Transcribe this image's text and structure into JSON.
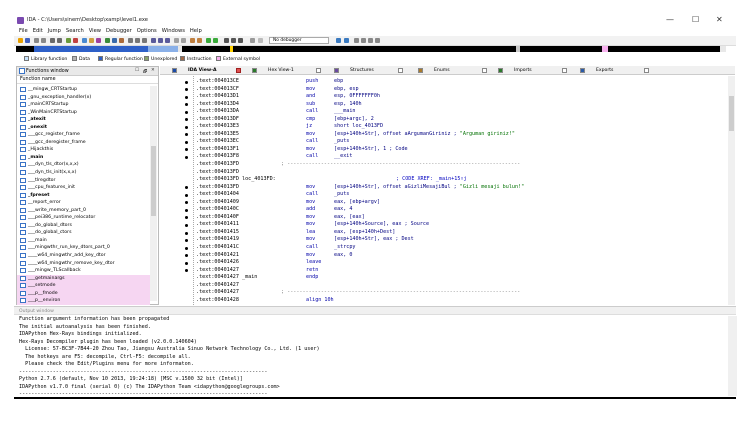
{
  "window": {
    "title": "IDA - C:\\Users\\sinem\\Desktop\\xamp\\level1.exe",
    "minimize": "—",
    "maximize": "☐",
    "close": "✕"
  },
  "menu": [
    "File",
    "Edit",
    "Jump",
    "Search",
    "View",
    "Debugger",
    "Options",
    "Windows",
    "Help"
  ],
  "toolbar": {
    "debugger_select": "No debugger"
  },
  "legend": [
    {
      "label": "Library function",
      "color": "#c8e4ff"
    },
    {
      "label": "Data",
      "color": "#b6b6b6"
    },
    {
      "label": "Regular function",
      "color": "#2e60c8"
    },
    {
      "label": "Unexplored",
      "color": "#8aa46a"
    },
    {
      "label": "Instruction",
      "color": "#a06a4a"
    },
    {
      "label": "External symbol",
      "color": "#f7b0ee"
    }
  ],
  "functions_window": {
    "title": "Functions window",
    "column": "Function name",
    "items": [
      {
        "name": "__mingw_CRTStartup",
        "bold": false,
        "pink": false
      },
      {
        "name": "_gnu_exception_handler(x)",
        "bold": false,
        "pink": false
      },
      {
        "name": "_mainCRTStartup",
        "bold": false,
        "pink": false
      },
      {
        "name": "_WinMainCRTStartup",
        "bold": false,
        "pink": false
      },
      {
        "name": "_atexit",
        "bold": true,
        "pink": false
      },
      {
        "name": "_onexit",
        "bold": true,
        "pink": false
      },
      {
        "name": "___gcc_register_frame",
        "bold": false,
        "pink": false
      },
      {
        "name": "___gcc_deregister_frame",
        "bold": false,
        "pink": false
      },
      {
        "name": "_Hijackthis",
        "bold": false,
        "pink": false
      },
      {
        "name": "_main",
        "bold": true,
        "pink": false
      },
      {
        "name": "___dyn_tls_dtor(x,x,x)",
        "bold": false,
        "pink": false
      },
      {
        "name": "___dyn_tls_init(x,x,x)",
        "bold": false,
        "pink": false
      },
      {
        "name": "___tlregdtor",
        "bold": false,
        "pink": false
      },
      {
        "name": "___cpu_features_init",
        "bold": false,
        "pink": false
      },
      {
        "name": "_fpreset",
        "bold": true,
        "pink": false
      },
      {
        "name": "__report_error",
        "bold": false,
        "pink": false
      },
      {
        "name": "___write_memory_part_0",
        "bold": false,
        "pink": false
      },
      {
        "name": "___pei386_runtime_relocator",
        "bold": false,
        "pink": false
      },
      {
        "name": "___do_global_dtors",
        "bold": false,
        "pink": false
      },
      {
        "name": "___do_global_ctors",
        "bold": false,
        "pink": false
      },
      {
        "name": "___main",
        "bold": false,
        "pink": false
      },
      {
        "name": "___mingwthr_run_key_dtors_part_0",
        "bold": false,
        "pink": false
      },
      {
        "name": "____w64_mingwthr_add_key_dtor",
        "bold": false,
        "pink": false
      },
      {
        "name": "____w64_mingwthr_remove_key_dtor",
        "bold": false,
        "pink": false
      },
      {
        "name": "___mingw_TLScallback",
        "bold": false,
        "pink": false
      },
      {
        "name": "___getmainargs",
        "bold": false,
        "pink": true
      },
      {
        "name": "___setmode",
        "bold": false,
        "pink": true
      },
      {
        "name": "___p__fmode",
        "bold": false,
        "pink": true
      },
      {
        "name": "___p__environ",
        "bold": false,
        "pink": true
      }
    ]
  },
  "tabs": [
    {
      "label": "IDA View-A"
    },
    {
      "label": "Hex View-1"
    },
    {
      "label": "Structures"
    },
    {
      "label": "Enums"
    },
    {
      "label": "Imports"
    },
    {
      "label": "Exports"
    }
  ],
  "code": [
    {
      "addr": ".text:004013CE",
      "label": "",
      "mnem": "push",
      "op": "ebp",
      "str": "",
      "cmt": "",
      "sep": false,
      "dot": true
    },
    {
      "addr": ".text:004013CF",
      "label": "",
      "mnem": "mov",
      "op": "ebp, esp",
      "str": "",
      "cmt": "",
      "sep": false,
      "dot": true
    },
    {
      "addr": ".text:004013D1",
      "label": "",
      "mnem": "and",
      "op": "esp, 0FFFFFFF0h",
      "str": "",
      "cmt": "",
      "sep": false,
      "dot": true
    },
    {
      "addr": ".text:004013D4",
      "label": "",
      "mnem": "sub",
      "op": "esp, 140h",
      "str": "",
      "cmt": "",
      "sep": false,
      "dot": true
    },
    {
      "addr": ".text:004013DA",
      "label": "",
      "mnem": "call",
      "op": "___main",
      "str": "",
      "cmt": "",
      "sep": false,
      "dot": true
    },
    {
      "addr": ".text:004013DF",
      "label": "",
      "mnem": "cmp",
      "op": "[ebp+argc], 2",
      "str": "",
      "cmt": "",
      "sep": false,
      "dot": true
    },
    {
      "addr": ".text:004013E3",
      "label": "",
      "mnem": "jz",
      "op": "short loc_4013FD",
      "str": "",
      "cmt": "",
      "sep": false,
      "dot": true
    },
    {
      "addr": ".text:004013E5",
      "label": "",
      "mnem": "mov",
      "op": "[esp+140h+Str], offset aArgumanGiriniz ;",
      "str": "\"Arguman giriniz!\"",
      "cmt": "",
      "sep": false,
      "dot": true
    },
    {
      "addr": ".text:004013EC",
      "label": "",
      "mnem": "call",
      "op": "_puts",
      "str": "",
      "cmt": "",
      "sep": false,
      "dot": true
    },
    {
      "addr": ".text:004013F1",
      "label": "",
      "mnem": "mov",
      "op": "[esp+140h+Str], 1 ; Code",
      "str": "",
      "cmt": "",
      "sep": false,
      "dot": true
    },
    {
      "addr": ".text:004013F8",
      "label": "",
      "mnem": "call",
      "op": "__exit",
      "str": "",
      "cmt": "",
      "sep": false,
      "dot": true
    },
    {
      "addr": ".text:004013FD",
      "label": "",
      "mnem": "",
      "op": "",
      "str": "",
      "cmt": "",
      "sep": true,
      "dot": false
    },
    {
      "addr": ".text:004013FD",
      "label": "",
      "mnem": "",
      "op": "",
      "str": "",
      "cmt": "",
      "sep": false,
      "dot": false
    },
    {
      "addr": ".text:004013FD loc_4013FD:",
      "label": "",
      "mnem": "",
      "op": "",
      "str": "",
      "cmt": "; CODE XREF: _main+15↑j",
      "sep": false,
      "dot": false
    },
    {
      "addr": ".text:004013FD",
      "label": "",
      "mnem": "mov",
      "op": "[esp+140h+Str], offset aGizliMesajiBul ;",
      "str": "\"Gizli mesaji bulun!\"",
      "cmt": "",
      "sep": false,
      "dot": true
    },
    {
      "addr": ".text:00401404",
      "label": "",
      "mnem": "call",
      "op": "_puts",
      "str": "",
      "cmt": "",
      "sep": false,
      "dot": true
    },
    {
      "addr": ".text:00401409",
      "label": "",
      "mnem": "mov",
      "op": "eax, [ebp+argv]",
      "str": "",
      "cmt": "",
      "sep": false,
      "dot": true
    },
    {
      "addr": ".text:0040140C",
      "label": "",
      "mnem": "add",
      "op": "eax, 4",
      "str": "",
      "cmt": "",
      "sep": false,
      "dot": true
    },
    {
      "addr": ".text:0040140F",
      "label": "",
      "mnem": "mov",
      "op": "eax, [eax]",
      "str": "",
      "cmt": "",
      "sep": false,
      "dot": true
    },
    {
      "addr": ".text:00401411",
      "label": "",
      "mnem": "mov",
      "op": "[esp+140h+Source], eax ; Source",
      "str": "",
      "cmt": "",
      "sep": false,
      "dot": true
    },
    {
      "addr": ".text:00401415",
      "label": "",
      "mnem": "lea",
      "op": "eax, [esp+140h+Dest]",
      "str": "",
      "cmt": "",
      "sep": false,
      "dot": true
    },
    {
      "addr": ".text:00401419",
      "label": "",
      "mnem": "mov",
      "op": "[esp+140h+Str], eax ; Dest",
      "str": "",
      "cmt": "",
      "sep": false,
      "dot": true
    },
    {
      "addr": ".text:0040141C",
      "label": "",
      "mnem": "call",
      "op": "_strcpy",
      "str": "",
      "cmt": "",
      "sep": false,
      "dot": true
    },
    {
      "addr": ".text:00401421",
      "label": "",
      "mnem": "mov",
      "op": "eax, 0",
      "str": "",
      "cmt": "",
      "sep": false,
      "dot": true
    },
    {
      "addr": ".text:00401426",
      "label": "",
      "mnem": "leave",
      "op": "",
      "str": "",
      "cmt": "",
      "sep": false,
      "dot": true
    },
    {
      "addr": ".text:00401427",
      "label": "",
      "mnem": "retn",
      "op": "",
      "str": "",
      "cmt": "",
      "sep": false,
      "dot": true
    },
    {
      "addr": ".text:00401427 _main",
      "label": "",
      "mnem": "endp",
      "op": "",
      "str": "",
      "cmt": "",
      "sep": false,
      "dot": false
    },
    {
      "addr": ".text:00401427",
      "label": "",
      "mnem": "",
      "op": "",
      "str": "",
      "cmt": "",
      "sep": false,
      "dot": false
    },
    {
      "addr": ".text:00401427",
      "label": "",
      "mnem": "",
      "op": "",
      "str": "",
      "cmt": "",
      "sep": true,
      "dot": false
    },
    {
      "addr": ".text:00401428",
      "label": "",
      "mnem": "align 10h",
      "op": "",
      "str": "",
      "cmt": "",
      "sep": false,
      "dot": false
    }
  ],
  "output_window": {
    "title": "Output window",
    "lines": [
      "Function argument information has been propagated",
      "The initial autoanalysis has been finished.",
      "IDAPython Hex-Rays bindings initialized.",
      "Hex-Rays Decompiler plugin has been loaded (v2.0.0.140604)",
      "  License: 57-BC3F-7B44-20 Zhou Tao, Jiangsu Australia Sinuo Network Technology Co., Ltd. (1 user)",
      "  The hotkeys are F5: decompile, Ctrl-F5: decompile all.",
      "  Please check the Edit/Plugins menu for more informaton.",
      "---------------------------------------------------------------------------------",
      "Python 2.7.6 (default, Nov 10 2013, 19:24:18) [MSC v.1500 32 bit (Intel)]",
      "IDAPython v1.7.0 final (serial 0) (c) The IDAPython Team <idapython@googlegroups.com>",
      "---------------------------------------------------------------------------------"
    ]
  }
}
